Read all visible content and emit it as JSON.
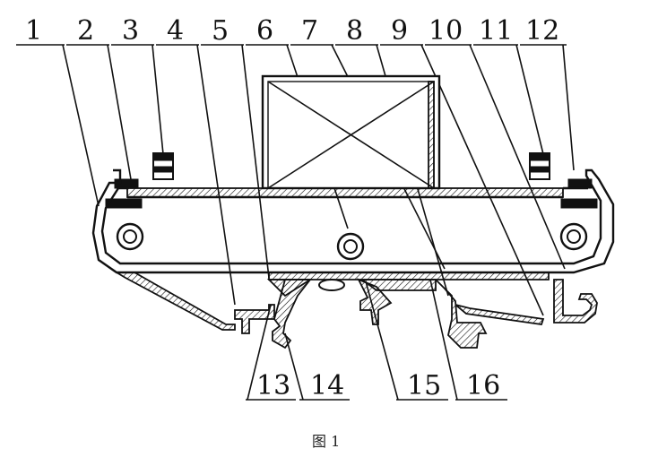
{
  "figure": {
    "labels_top": [
      "1",
      "2",
      "3",
      "4",
      "5",
      "6",
      "7",
      "8",
      "9",
      "10",
      "11",
      "12"
    ],
    "labels_bottom": [
      "13",
      "14",
      "15",
      "16"
    ],
    "caption": "图 1"
  }
}
